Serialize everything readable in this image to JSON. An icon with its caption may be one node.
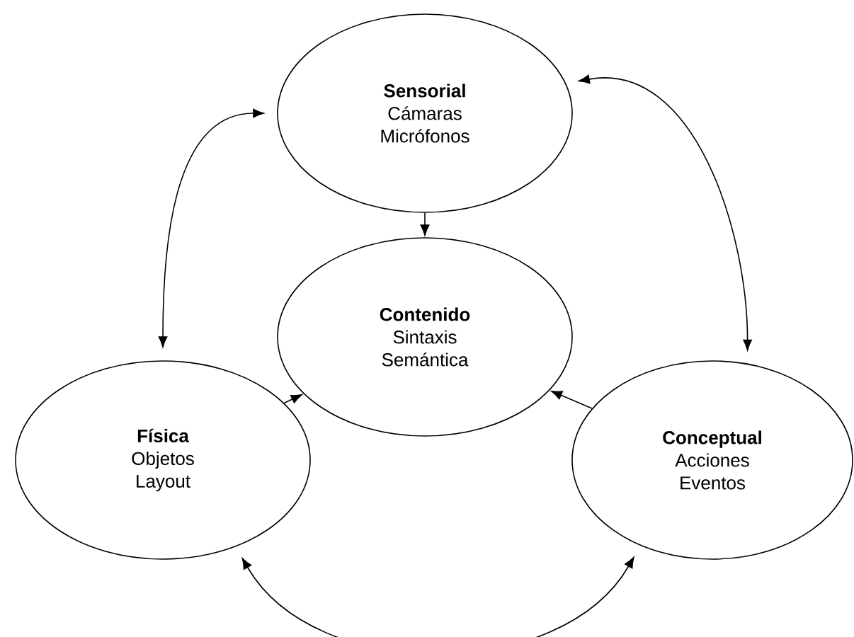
{
  "diagram": {
    "nodes": [
      {
        "text": [
          "Sensorial",
          "Cámaras",
          "Micrófonos"
        ]
      },
      {
        "text": [
          "Contenido",
          "Sintaxis",
          "Semántica"
        ]
      },
      {
        "text": [
          "Física",
          "Objetos",
          "Layout"
        ]
      },
      {
        "text": [
          "Conceptual",
          "Acciones",
          "Eventos"
        ]
      }
    ],
    "edges": [
      {
        "from": 0,
        "to": 1,
        "arrow": "to"
      },
      {
        "from": 2,
        "to": 1,
        "arrow": "to"
      },
      {
        "from": 3,
        "to": 1,
        "arrow": "to"
      },
      {
        "from": 0,
        "to": 2,
        "arrow": "both"
      },
      {
        "from": 0,
        "to": 3,
        "arrow": "both"
      },
      {
        "from": 2,
        "to": 3,
        "arrow": "both"
      }
    ]
  }
}
